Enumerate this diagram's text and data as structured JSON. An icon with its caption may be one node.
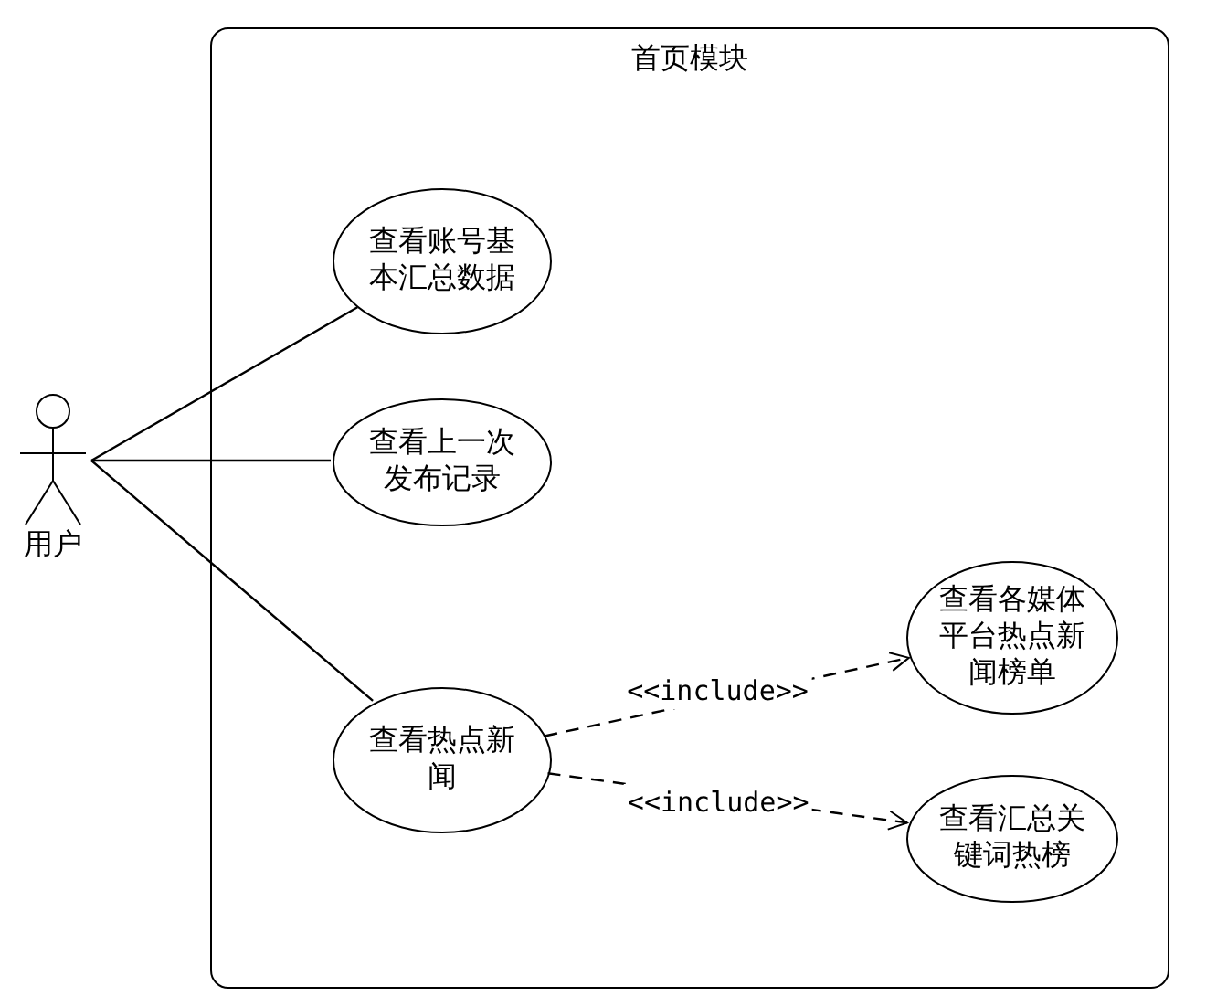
{
  "diagram": {
    "nodes": [
      {
        "text": [
          "首页模块"
        ]
      },
      {
        "text": [
          "查看账号基本汇总数据"
        ],
        "in": 0
      },
      {
        "text": [
          "查看上一次发布记录"
        ],
        "in": 0
      },
      {
        "text": [
          "查看热点新闻"
        ],
        "in": 0
      },
      {
        "text": [
          "查看各媒体平台热点新闻榜单"
        ],
        "in": 0
      },
      {
        "text": [
          "查看汇总关键词热榜"
        ],
        "in": 0
      },
      {
        "text": [
          "用户"
        ]
      }
    ],
    "edges": [
      {
        "from": 6,
        "to": 1,
        "arrow": "none"
      },
      {
        "from": 6,
        "to": 2,
        "arrow": "none"
      },
      {
        "from": 6,
        "to": 3,
        "arrow": "none"
      },
      {
        "from": 3,
        "to": 4,
        "arrow": "to",
        "style": "dashed",
        "label": "<<include>>"
      },
      {
        "from": 3,
        "to": 5,
        "arrow": "to",
        "style": "dashed",
        "label": "<<include>>"
      }
    ]
  }
}
